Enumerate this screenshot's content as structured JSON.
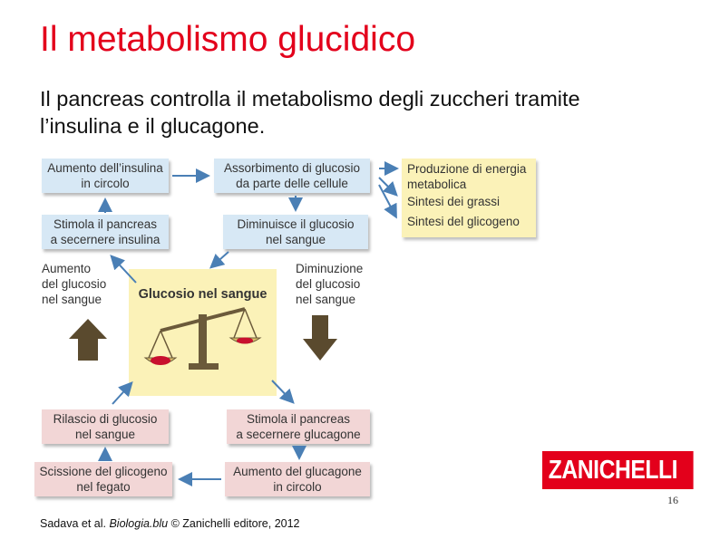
{
  "slide": {
    "title": "Il metabolismo glucidico",
    "subtitle_line1": "Il pancreas controlla il metabolismo degli zuccheri tramite",
    "subtitle_line2": "l’insulina e il glucagone.",
    "page_number": "16",
    "credit_prefix": "Sadava et al. ",
    "credit_book": "Biologia.blu",
    "credit_suffix": " © Zanichelli editore, 2012",
    "logo_text": "ZANICHELLI"
  },
  "diagram": {
    "box_insulin_1": "Aumento dell’insulina",
    "box_insulin_2": "in circolo",
    "box_absorb_1": "Assorbimento di glucosio",
    "box_absorb_2": "da parte delle cellule",
    "box_stim_ins_1": "Stimola il pancreas",
    "box_stim_ins_2": "a secernere insulina",
    "box_decrease_1": "Diminuisce il glucosio",
    "box_decrease_2": "nel sangue",
    "outputs": [
      "Produzione di energia",
      "metabolica",
      "Sintesi dei grassi",
      "Sintesi del glicogeno"
    ],
    "label_up_1": "Aumento",
    "label_up_2": "del glucosio",
    "label_up_3": "nel sangue",
    "label_down_1": "Diminuzione",
    "label_down_2": "del glucosio",
    "label_down_3": "nel sangue",
    "center_title": "Glucosio nel sangue",
    "box_release_1": "Rilascio di glucosio",
    "box_release_2": "nel sangue",
    "box_stim_glu_1": "Stimola il pancreas",
    "box_stim_glu_2": "a secernere glucagone",
    "box_split_1": "Scissione del glicogeno",
    "box_split_2": "nel fegato",
    "box_glucagon_1": "Aumento del glucagone",
    "box_glucagon_2": "in circolo",
    "colors": {
      "blue_box": "#d7e8f5",
      "pink_box": "#f2d6d6",
      "yellow_box": "#fbf2b8",
      "arrow": "#4a7fb5",
      "brand_red": "#e3001b"
    }
  }
}
